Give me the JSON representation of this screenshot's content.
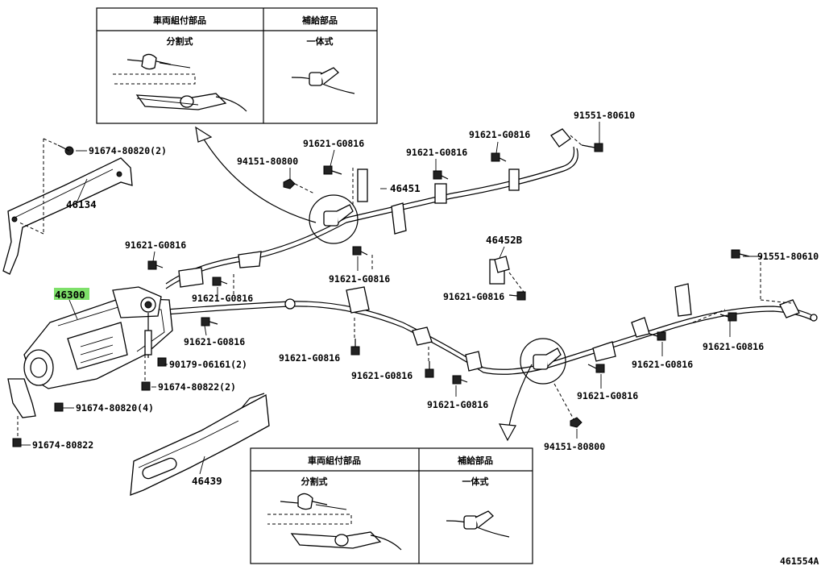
{
  "callouts": {
    "c91674_80820_2": "91674-80820(2)",
    "c46134": "46134",
    "c94151_80800_top": "94151-80800",
    "c91621_a": "91621-G0816",
    "c91621_b": "91621-G0816",
    "c91621_c": "91621-G0816",
    "c46451": "46451",
    "c91551_80610_top": "91551-80610",
    "c91621_d": "91621-G0816",
    "c46452b": "46452B",
    "c91551_80610_right": "91551-80610",
    "c91621_e": "91621-G0816",
    "c91621_f": "91621-G0816",
    "c46300": "46300",
    "c91621_g": "91621-G0816",
    "c91621_h": "91621-G0816",
    "c91621_i": "91621-G0816",
    "c91621_j": "91621-G0816",
    "c91621_k": "91621-G0816",
    "c91621_l": "91621-G0816",
    "c91621_m": "91621-G0816",
    "c91621_n": "91621-G0816",
    "c90179_06161_2": "90179-06161(2)",
    "c91674_80822_2": "91674-80822(2)",
    "c91674_80820_4": "91674-80820(4)",
    "c91674_80822": "91674-80822",
    "c46439": "46439",
    "c94151_80800_bottom": "94151-80800",
    "diagram_id": "461554A"
  },
  "inset_top": {
    "col_left_header": "車両組付部品",
    "col_right_header": "補給部品",
    "left_caption": "分割式",
    "right_caption": "一体式"
  },
  "inset_bottom": {
    "col_left_header": "車両組付部品",
    "col_right_header": "補給部品",
    "left_caption": "分割式",
    "right_caption": "一体式"
  },
  "highlight_color": "#7ee06a"
}
